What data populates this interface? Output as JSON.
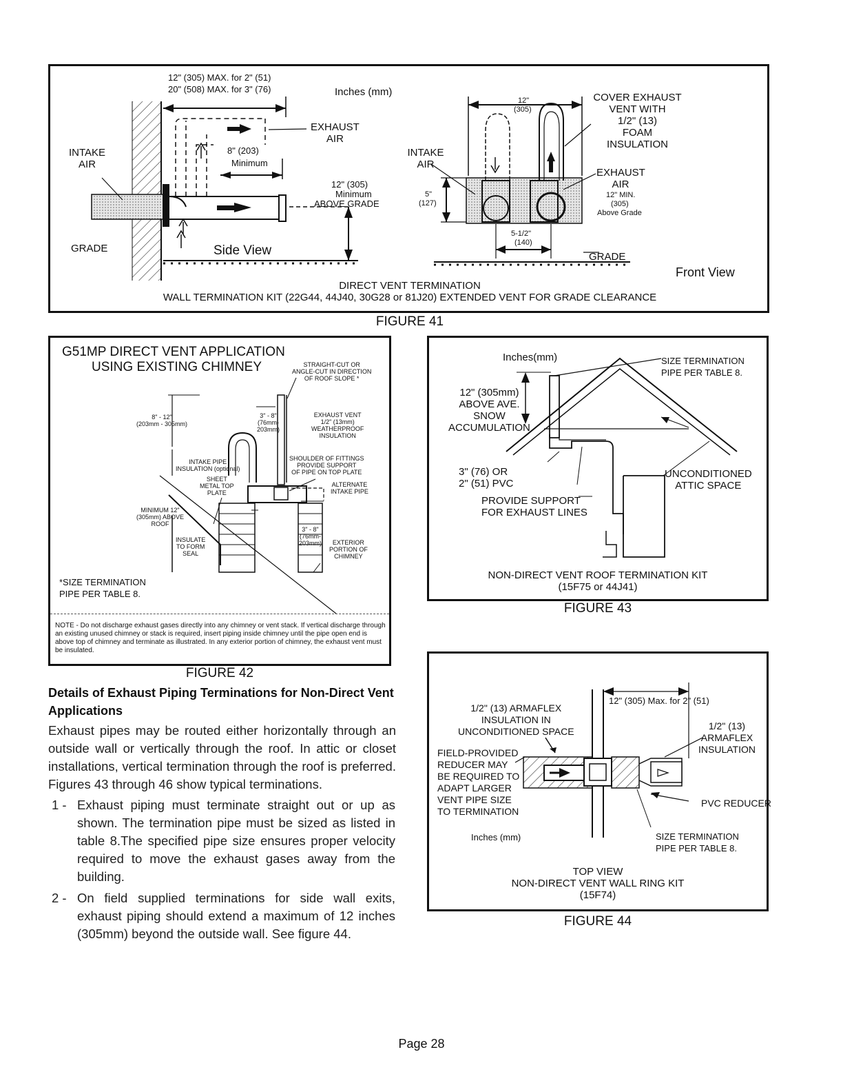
{
  "figure41": {
    "caption": "FIGURE 41",
    "max_label_1": "12\" (305) MAX. for 2\" (51)",
    "max_label_2": "20\" (508) MAX. for 3\" (76)",
    "units": "Inches (mm)",
    "intake_air": "INTAKE\nAIR",
    "exhaust_air": "EXHAUST\nAIR",
    "eight_min_1": "8\" (203)",
    "eight_min_2": "Minimum",
    "twelve_above_1": "12\" (305)",
    "twelve_above_2": "Minimum",
    "twelve_above_3": "ABOVE GRADE",
    "grade_left": "GRADE",
    "side_view": "Side View",
    "front_twelve_1": "12\"",
    "front_twelve_2": "(305)",
    "cover_exhaust": "COVER EXHAUST\nVENT WITH\n1/2\" (13)\nFOAM\nINSULATION",
    "front_intake": "INTAKE\nAIR",
    "front_exhaust": "EXHAUST\nAIR",
    "front_min_1": "12\" MIN.",
    "front_min_2": "(305)",
    "front_min_3": "Above Grade",
    "five_1": "5\"",
    "five_2": "(127)",
    "five_half_1": "5-1/2\"",
    "five_half_2": "(140)",
    "grade_right": "GRADE",
    "front_view": "Front View",
    "title_1": "DIRECT VENT TERMINATION",
    "title_2": "WALL TERMINATION KIT (22G44, 44J40, 30G28 or 81J20) EXTENDED VENT FOR GRADE CLEARANCE"
  },
  "figure42": {
    "caption": "FIGURE 42",
    "title_1": "G51MP DIRECT VENT APPLICATION",
    "title_2": "USING EXISTING CHIMNEY",
    "straight_cut": "STRAIGHT-CUT OR\nANGLE-CUT IN DIRECTION\nOF ROOF SLOPE *",
    "dim_8_12": "8\" - 12\"\n(203mm - 305mm)",
    "dim_3_8_top": "3\" - 8\"\n(76mm-\n203mm)",
    "exhaust_vent": "EXHAUST VENT\n1/2\" (13mm)\nWEATHERPROOF\nINSULATION",
    "intake_pipe": "INTAKE PIPE\nINSULATION (optional)",
    "shoulder": "SHOULDER OF FITTINGS\nPROVIDE SUPPORT\nOF PIPE ON TOP PLATE",
    "sheet_metal": "SHEET\nMETAL TOP\nPLATE",
    "alternate": "ALTERNATE\nINTAKE PIPE",
    "minimum_roof": "MINIMUM 12\"\n(305mm) ABOVE\nROOF",
    "dim_3_8_bottom": "3\" - 8\"\n(76mm-\n203mm)",
    "insulate": "INSULATE\nTO FORM\nSEAL",
    "exterior": "EXTERIOR\nPORTION OF\nCHIMNEY",
    "size_term": "*SIZE TERMINATION\nPIPE PER TABLE 8.",
    "note": "NOTE - Do not discharge exhaust gases directly into any chimney or vent stack. If vertical discharge through an existing unused chimney or stack is required, insert piping inside chimney until the pipe open end is above top of chimney and terminate as illustrated. In any exterior portion of chimney, the exhaust vent must be insulated."
  },
  "figure43": {
    "caption": "FIGURE 43",
    "units": "Inches(mm)",
    "size_term": "SIZE TERMINATION\nPIPE PER TABLE 8.",
    "above_snow": "12\" (305mm)\nABOVE AVE.\nSNOW\nACCUMULATION",
    "pvc": "3\" (76) OR\n2\" (51) PVC",
    "unconditioned": "UNCONDITIONED\nATTIC SPACE",
    "provide_support": "PROVIDE SUPPORT\nFOR EXHAUST LINES",
    "title_1": "NON-DIRECT VENT ROOF TERMINATION KIT",
    "title_2": "(15F75 or 44J41)"
  },
  "figure44": {
    "caption": "FIGURE 44",
    "armaflex_in": "1/2\" (13) ARMAFLEX\nINSULATION IN\nUNCONDITIONED SPACE",
    "twelve_max": "12\" (305) Max. for 2\" (51)",
    "armaflex_right": "1/2\" (13)\nARMAFLEX\nINSULATION",
    "field_reducer": "FIELD-PROVIDED\nREDUCER MAY\nBE REQUIRED TO\nADAPT LARGER\nVENT PIPE SIZE\nTO TERMINATION",
    "pvc_reducer": "PVC REDUCER",
    "units": "Inches (mm)",
    "size_term": "SIZE TERMINATION\nPIPE PER TABLE 8.",
    "title_1": "TOP VIEW",
    "title_2": "NON-DIRECT VENT WALL RING KIT",
    "title_3": "(15F74)"
  },
  "text": {
    "heading": "Details of Exhaust Piping Terminations for Non-Direct Vent Applications",
    "intro": "Exhaust pipes may be routed either horizontally through an outside wall or vertically through the roof. In attic or closet installations, vertical termination through the roof is preferred. Figures 43 through 46 show typical terminations.",
    "items": [
      {
        "num": "1 -",
        "text": "Exhaust piping must terminate straight out or up as shown. The termination pipe must be sized as listed in table 8.The specified pipe size ensures proper velocity required to move the exhaust gases away from the building."
      },
      {
        "num": "2 -",
        "text": "On field supplied terminations for side wall exits, exhaust piping should extend a maximum of 12 inches (305mm) beyond the outside wall. See figure 44."
      }
    ]
  },
  "footer": {
    "page": "Page 28"
  }
}
